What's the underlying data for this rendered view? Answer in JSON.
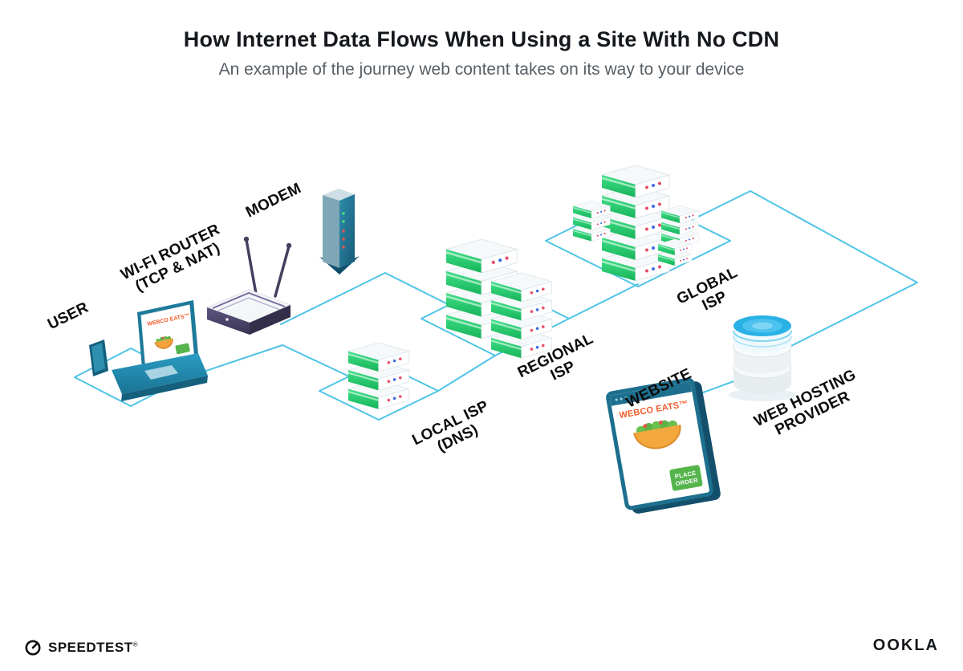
{
  "title": "How Internet Data Flows When Using a Site With No CDN",
  "subtitle": "An example of the journey web content takes on its way to your device",
  "nodes": {
    "user": {
      "label": "USER"
    },
    "wifi_router": {
      "label": "WI-FI ROUTER",
      "sublabel": "(TCP & NAT)"
    },
    "modem": {
      "label": "MODEM"
    },
    "local_isp": {
      "label": "LOCAL ISP",
      "sublabel": "(DNS)"
    },
    "regional_isp": {
      "label": "REGIONAL",
      "sublabel": "ISP"
    },
    "global_isp": {
      "label": "GLOBAL",
      "sublabel": "ISP"
    },
    "website": {
      "label": "WEBSITE"
    },
    "web_hosting": {
      "label": "WEB HOSTING",
      "sublabel": "PROVIDER"
    }
  },
  "laptop_screen": {
    "brand": "WEBCO EATS™"
  },
  "browser": {
    "brand": "WEBCO EATS™",
    "button_line1": "PLACE",
    "button_line2": "ORDER"
  },
  "footer": {
    "speedtest": "SPEEDTEST",
    "trademark": "®",
    "ookla": "OOKLA"
  },
  "colors": {
    "connection_line": "#4fc4e7",
    "server_green": "#2ed06e",
    "brand_orange": "#f05a28",
    "button_green": "#55b44c",
    "frame_teal": "#1d6f8e",
    "depth_teal": "#134f6b",
    "cylinder_cyan": "#29b2e6"
  }
}
